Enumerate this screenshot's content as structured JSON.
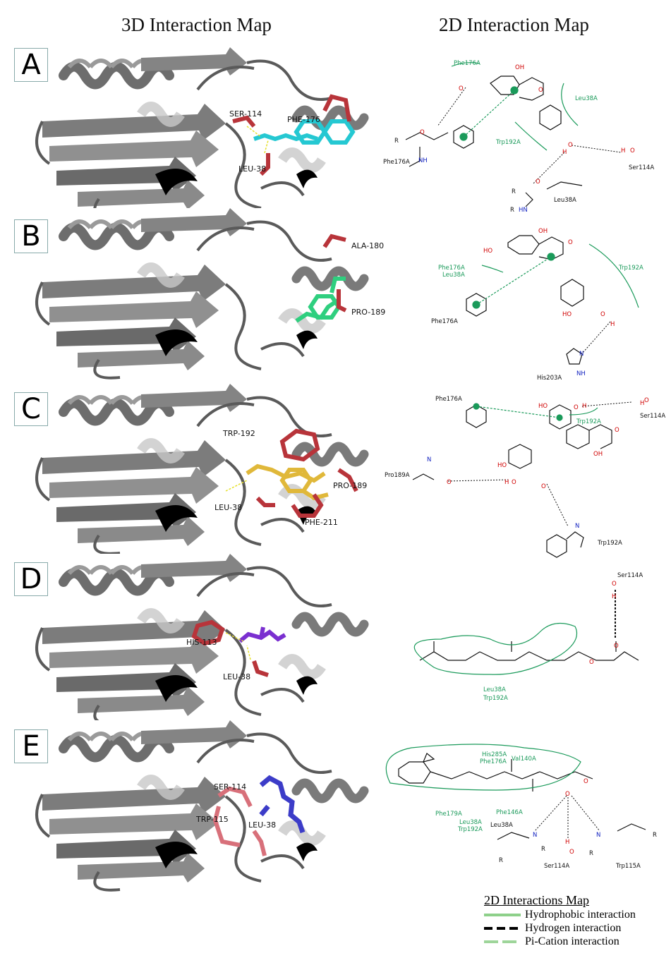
{
  "titles": {
    "left": "3D Interaction Map",
    "right": "2D Interaction Map"
  },
  "panels": [
    {
      "letter": "A",
      "labels3d": [
        "SER-114",
        "PHE-176",
        "LEU-38"
      ],
      "ligand_color": "#25c8d2",
      "residues2d": [
        "Phe176A",
        "Leu38A",
        "Trp192A",
        "Phe176A",
        "Ser114A",
        "Leu38A"
      ]
    },
    {
      "letter": "B",
      "labels3d": [
        "ALA-180",
        "PRO-189"
      ],
      "ligand_color": "#2fcf7f",
      "residues2d": [
        "Phe176A",
        "Leu38A",
        "Trp192A",
        "Phe176A",
        "His203A"
      ]
    },
    {
      "letter": "C",
      "labels3d": [
        "TRP-192",
        "PRO-189",
        "LEU-38",
        "PHE-211"
      ],
      "ligand_color": "#e0b83a",
      "residues2d": [
        "Phe176A",
        "Ser114A",
        "Trp192A",
        "Pro189A",
        "Trp192A"
      ]
    },
    {
      "letter": "D",
      "labels3d": [
        "HIS-113",
        "LEU-38"
      ],
      "ligand_color": "#7a2fd0",
      "residues2d": [
        "Ser114A",
        "Leu38A",
        "Trp192A"
      ]
    },
    {
      "letter": "E",
      "labels3d": [
        "SER-114",
        "TRP-115",
        "LEU-38"
      ],
      "ligand_color": "#3c3cc8",
      "residues2d": [
        "His285A",
        "Phe176A",
        "Val140A",
        "Phe179A",
        "Phe146A",
        "Leu38A",
        "Trp192A",
        "Leu38A",
        "Ser114A",
        "Trp115A"
      ]
    }
  ],
  "legend": {
    "title": "2D Interactions Map",
    "items": [
      {
        "label": "Hydrophobic  interaction",
        "style": "solid",
        "color": "#8ed08a"
      },
      {
        "label": "Hydrogen  interaction",
        "style": "dashed",
        "color": "#000000"
      },
      {
        "label": "Pi-Cation interaction",
        "style": "dashed",
        "color": "#9ed59a"
      }
    ]
  },
  "colors": {
    "protein": "#707070",
    "residue": "#b8343a",
    "hbond": "#e6e02a",
    "hydrophobic": "#1a9a5a",
    "heteroatom": "#d00000",
    "nitrogen": "#1020c0"
  }
}
